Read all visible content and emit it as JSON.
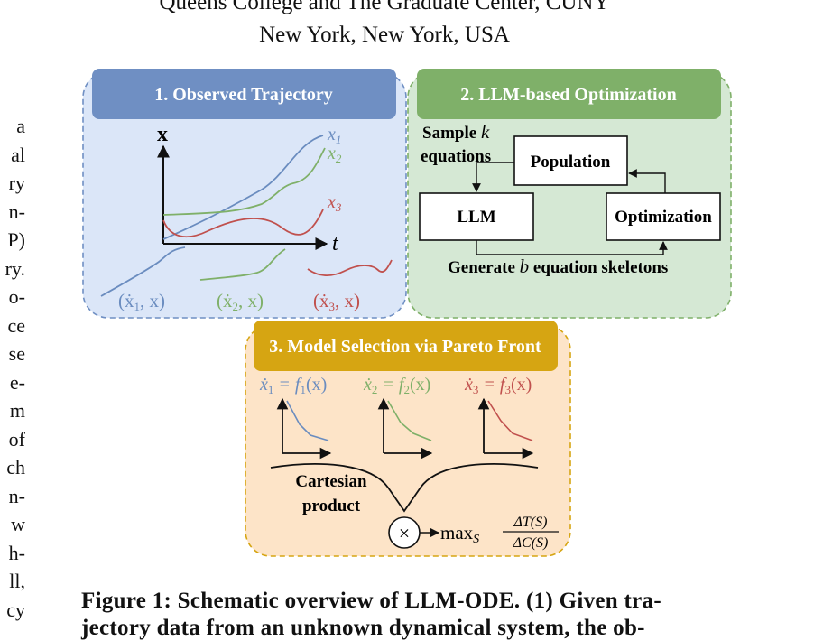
{
  "header": {
    "affiliation_line1": "Queens College and The Graduate Center, CUNY",
    "affiliation_line2": "New York, New York, USA"
  },
  "left_column_fragments": [
    "a",
    "al",
    "ry",
    "n-",
    "P)",
    "ry.",
    "o-",
    "ce",
    "se",
    "e-",
    "m",
    "of",
    "ch",
    "n-",
    "w",
    "h-",
    "ll,",
    "cy"
  ],
  "figure": {
    "panel1": {
      "title": "1. Observed Trajectory",
      "y_axis_label": "x",
      "x_axis_label": "t",
      "series": [
        {
          "label": "x",
          "sub": "1",
          "color": "#6a8cbf"
        },
        {
          "label": "x",
          "sub": "2",
          "color": "#7fb069"
        },
        {
          "label": "x",
          "sub": "3",
          "color": "#c0504d"
        }
      ],
      "pairs": [
        {
          "label": "(ẋ",
          "sub": "1",
          "suffix": ", x)",
          "color": "#6a8cbf"
        },
        {
          "label": "(ẋ",
          "sub": "2",
          "suffix": ", x)",
          "color": "#7fb069"
        },
        {
          "label": "(ẋ",
          "sub": "3",
          "suffix": ", x)",
          "color": "#c0504d"
        }
      ]
    },
    "panel2": {
      "title": "2. LLM-based Optimization",
      "sample_line1": "Sample",
      "sample_k": "k",
      "sample_line2": "equations",
      "population": "Population",
      "llm": "LLM",
      "optimization": "Optimization",
      "generate_prefix": "Generate",
      "generate_b": "b",
      "generate_suffix": "equation skeletons"
    },
    "panel3": {
      "title": "3. Model Selection via Pareto Front",
      "equations": [
        {
          "lhs": "ẋ",
          "sub": "1",
          "rhs": " = f",
          "fsub": "1",
          "arg": "(x)",
          "color": "#6a8cbf"
        },
        {
          "lhs": "ẋ",
          "sub": "2",
          "rhs": " = f",
          "fsub": "2",
          "arg": "(x)",
          "color": "#7fb069"
        },
        {
          "lhs": "ẋ",
          "sub": "3",
          "rhs": " = f",
          "fsub": "3",
          "arg": "(x)",
          "color": "#c0504d"
        }
      ],
      "cartesian_line1": "Cartesian",
      "cartesian_line2": "product",
      "product_symbol": "×",
      "max_label": "max",
      "max_sub": "S",
      "numerator": "ΔT(S)",
      "denominator": "ΔC(S)"
    },
    "colors": {
      "blue_header": "#6f8fc3",
      "blue_panel": "#dbe6f8",
      "green_header": "#7fb069",
      "green_panel": "#d5e8d4",
      "orange_header": "#d6a512",
      "orange_panel": "#fde4c8"
    }
  },
  "caption": {
    "line1": "Figure 1: Schematic overview of LLM-ODE. (1) Given tra-",
    "line2": "jectory data from an unknown dynamical system, the ob-"
  }
}
